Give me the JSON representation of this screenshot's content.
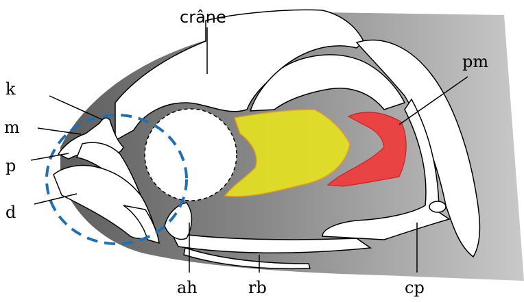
{
  "labels": {
    "crane": "crâne",
    "k": "k",
    "m": "m",
    "p": "p",
    "d": "d",
    "pm": "pm",
    "ah": "ah",
    "rb": "rb",
    "cp": "cp"
  },
  "colors": {
    "highlight_yellow": "#e6e21f",
    "highlight_red": "#ef3b3b",
    "circle_dash": "#1f6fb5"
  }
}
